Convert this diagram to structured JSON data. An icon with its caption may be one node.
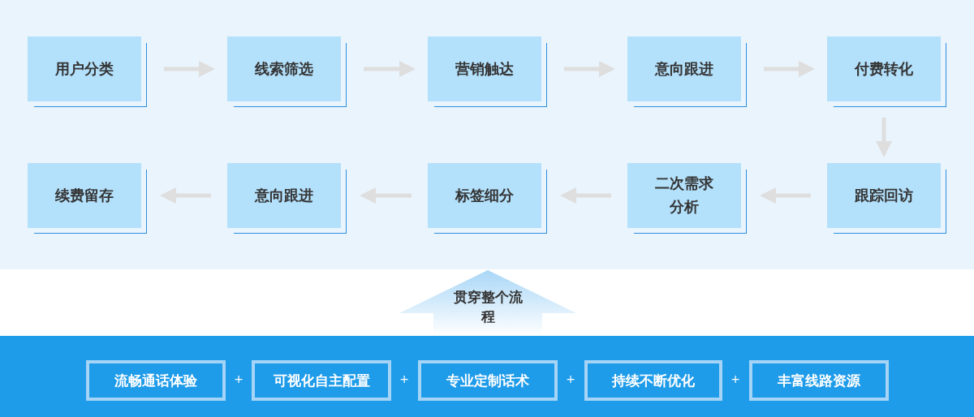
{
  "diagram": {
    "nodes": [
      {
        "text": [
          "用户分类"
        ]
      },
      {
        "text": [
          "线索筛选"
        ]
      },
      {
        "text": [
          "营销触达"
        ]
      },
      {
        "text": [
          "意向跟进"
        ]
      },
      {
        "text": [
          "付费转化"
        ]
      },
      {
        "text": [
          "跟踪回访"
        ]
      },
      {
        "text": [
          "二次需求分析"
        ]
      },
      {
        "text": [
          "标签细分"
        ]
      },
      {
        "text": [
          "意向跟进"
        ]
      },
      {
        "text": [
          "续费留存"
        ]
      },
      {
        "text": [
          "贯穿整个流程"
        ]
      },
      {
        "text": [
          "流畅通话体验"
        ]
      },
      {
        "text": [
          "可视化自主配置"
        ]
      },
      {
        "text": [
          "专业定制话术"
        ]
      },
      {
        "text": [
          "持续不断优化"
        ]
      },
      {
        "text": [
          "丰富线路资源"
        ]
      }
    ],
    "edges": [
      {
        "from": 0,
        "to": 1,
        "arrow": "to"
      },
      {
        "from": 1,
        "to": 2,
        "arrow": "to"
      },
      {
        "from": 2,
        "to": 3,
        "arrow": "to"
      },
      {
        "from": 3,
        "to": 4,
        "arrow": "to"
      },
      {
        "from": 4,
        "to": 5,
        "arrow": "to"
      },
      {
        "from": 5,
        "to": 6,
        "arrow": "to"
      },
      {
        "from": 6,
        "to": 7,
        "arrow": "to"
      },
      {
        "from": 7,
        "to": 8,
        "arrow": "to"
      },
      {
        "from": 8,
        "to": 9,
        "arrow": "to"
      }
    ],
    "labels": [
      "+",
      "+",
      "+",
      "+"
    ]
  }
}
